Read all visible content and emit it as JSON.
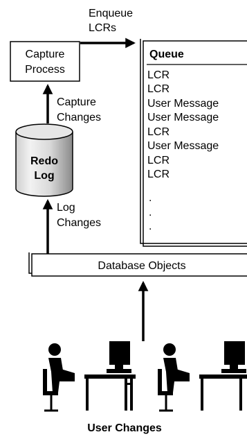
{
  "capture": {
    "line1": "Capture",
    "line2": "Process"
  },
  "enqueue_label": {
    "line1": "Enqueue",
    "line2": "LCRs"
  },
  "queue": {
    "title": "Queue",
    "items": [
      "LCR",
      "LCR",
      "User Message",
      "User Message",
      "LCR",
      "User Message",
      "LCR",
      "LCR",
      ".",
      ".",
      "."
    ]
  },
  "capture_changes_label": {
    "line1": "Capture",
    "line2": "Changes"
  },
  "redo_log": {
    "line1": "Redo",
    "line2": "Log"
  },
  "log_changes_label": {
    "line1": "Log",
    "line2": "Changes"
  },
  "database_objects": "Database Objects",
  "user_changes": "User Changes",
  "icons": [
    "user-at-workstation-icon",
    "user-at-workstation-icon"
  ]
}
